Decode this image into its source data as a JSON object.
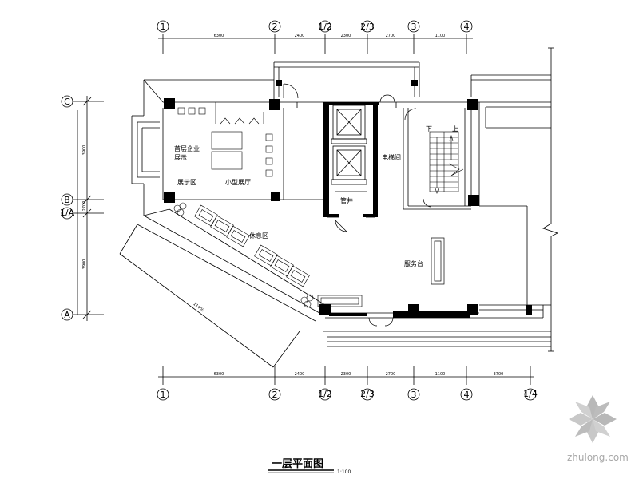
{
  "drawing": {
    "title": "一层平面图",
    "scale": "1:100"
  },
  "axes": {
    "top": [
      "1",
      "2",
      "1/2",
      "2/3",
      "3",
      "4"
    ],
    "bottom": [
      "1",
      "2",
      "1/2",
      "2/3",
      "3",
      "4",
      "1/4"
    ],
    "left": [
      "C",
      "B",
      "1/A",
      "A"
    ]
  },
  "dimensions": {
    "top": [
      "6300",
      "2400",
      "2300",
      "2700",
      "1100"
    ],
    "bottom": [
      "6300",
      "2400",
      "2300",
      "2700",
      "1100",
      "3700"
    ],
    "left": [
      "3900",
      "2700",
      "3900"
    ],
    "diagonal": "11400"
  },
  "rooms": {
    "enterprise_display": [
      "首层企业",
      "展示"
    ],
    "display_area": "展示区",
    "mini_exhibit": "小型展厅",
    "lounge": "休息区",
    "elevator_hall": "电梯间",
    "service_desk": "服务台",
    "duty_room": "管井",
    "stair_down": "下",
    "stair_up": "上"
  },
  "watermark": "zhulong.com",
  "colors": {
    "ink": "#000000",
    "watermark": "#a8a8a8",
    "paper": "#ffffff"
  }
}
